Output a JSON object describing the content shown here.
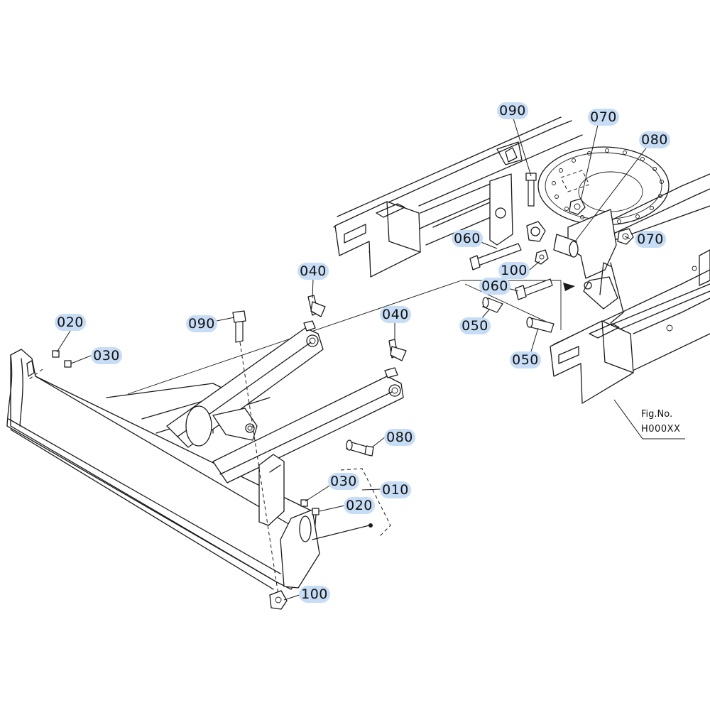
{
  "callouts": [
    {
      "id": "090a",
      "label": "090"
    },
    {
      "id": "070a",
      "label": "070"
    },
    {
      "id": "080a",
      "label": "080"
    },
    {
      "id": "060a",
      "label": "060"
    },
    {
      "id": "070b",
      "label": "070"
    },
    {
      "id": "100a",
      "label": "100"
    },
    {
      "id": "060b",
      "label": "060"
    },
    {
      "id": "050a",
      "label": "050"
    },
    {
      "id": "050b",
      "label": "050"
    },
    {
      "id": "040a",
      "label": "040"
    },
    {
      "id": "040b",
      "label": "040"
    },
    {
      "id": "090b",
      "label": "090"
    },
    {
      "id": "020a",
      "label": "020"
    },
    {
      "id": "030a",
      "label": "030"
    },
    {
      "id": "080b",
      "label": "080"
    },
    {
      "id": "030b",
      "label": "030"
    },
    {
      "id": "010",
      "label": "010"
    },
    {
      "id": "020b",
      "label": "020"
    },
    {
      "id": "100b",
      "label": "100"
    }
  ],
  "figure": {
    "label": "Fig.No.",
    "number": "H000XX"
  },
  "colors": {
    "callout_fill": "#c7dcf5",
    "line": "#1a1a1a",
    "background": "#ffffff"
  }
}
